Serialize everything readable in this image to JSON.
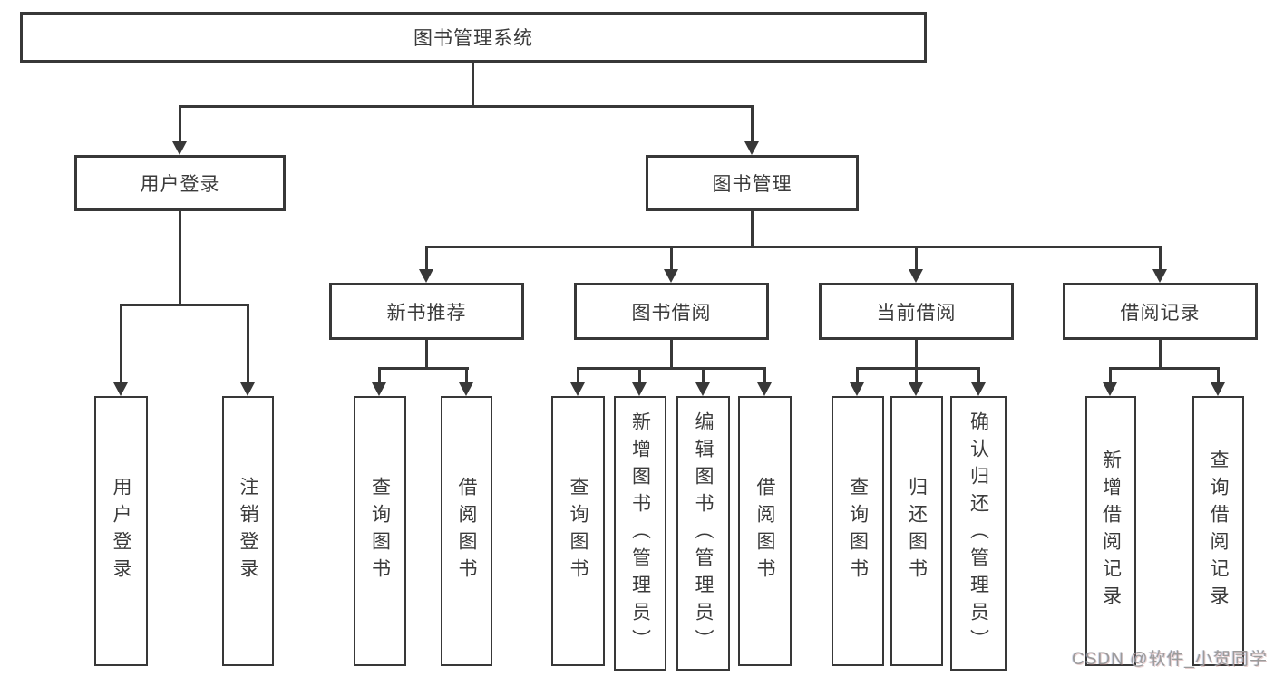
{
  "tree": {
    "label": "图书管理系统",
    "children": [
      {
        "label": "用户登录",
        "children": [
          {
            "label": "用户登录"
          },
          {
            "label": "注销登录"
          }
        ]
      },
      {
        "label": "图书管理",
        "children": [
          {
            "label": "新书推荐",
            "children": [
              {
                "label": "查询图书"
              },
              {
                "label": "借阅图书"
              }
            ]
          },
          {
            "label": "图书借阅",
            "children": [
              {
                "label": "查询图书"
              },
              {
                "label": "新增图书（管理员）"
              },
              {
                "label": "编辑图书（管理员）"
              },
              {
                "label": "借阅图书"
              }
            ]
          },
          {
            "label": "当前借阅",
            "children": [
              {
                "label": "查询图书"
              },
              {
                "label": "归还图书"
              },
              {
                "label": "确认归还（管理员）"
              }
            ]
          },
          {
            "label": "借阅记录",
            "children": [
              {
                "label": "新增借阅记录"
              },
              {
                "label": "查询借阅记录"
              }
            ]
          }
        ]
      }
    ]
  },
  "watermark": "CSDN @软件_小贺同学",
  "colors": {
    "line": "#383838",
    "text": "#3b3b3b",
    "background": "#ffffff",
    "watermark": "#9b9b9b"
  }
}
